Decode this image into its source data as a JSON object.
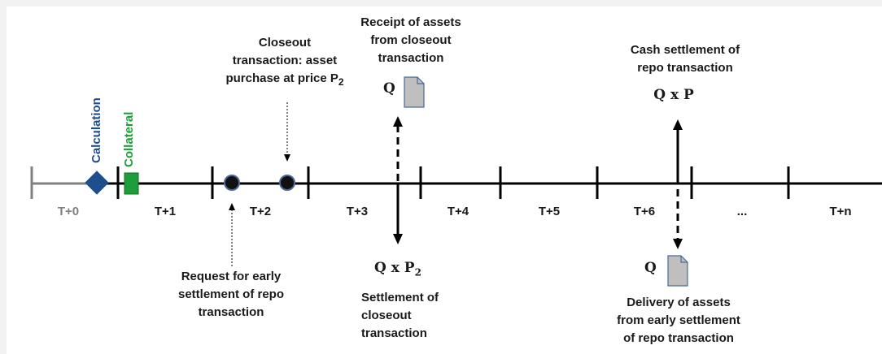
{
  "colors": {
    "calculation": "#1f4e8c",
    "collateral": "#1e9e3a",
    "timeline": "#000000",
    "t0_segment": "#808080",
    "document_fill": "#bfbfbf",
    "document_stroke": "#4a6a9a"
  },
  "markers": {
    "calculation": "Calculation",
    "collateral": "Collateral"
  },
  "periods": [
    "T+0",
    "T+1",
    "T+2",
    "T+3",
    "T+4",
    "T+5",
    "T+6",
    "...",
    "T+n"
  ],
  "annotations": {
    "closeout_transaction": [
      "Closeout",
      "transaction: asset",
      "purchase at price P"
    ],
    "closeout_price_sub": "2",
    "receipt_of_assets": [
      "Receipt of assets",
      "from closeout",
      "transaction"
    ],
    "cash_settlement": [
      "Cash settlement of",
      "repo transaction"
    ],
    "request_early_settlement": [
      "Request for early",
      "settlement of repo",
      "transaction"
    ],
    "settlement_closeout": [
      "Settlement of",
      "closeout",
      "transaction"
    ],
    "delivery_of_assets": [
      "Delivery of assets",
      "from early settlement",
      "of repo transaction"
    ]
  },
  "formulas": {
    "q_receipt": "Q",
    "q_delivery": "Q",
    "q_times_p": "Q x P",
    "q_times_p2": "Q x P",
    "p2_sub": "2"
  },
  "icons": {
    "document": "document-icon",
    "event_dot": "event-circle-icon"
  }
}
